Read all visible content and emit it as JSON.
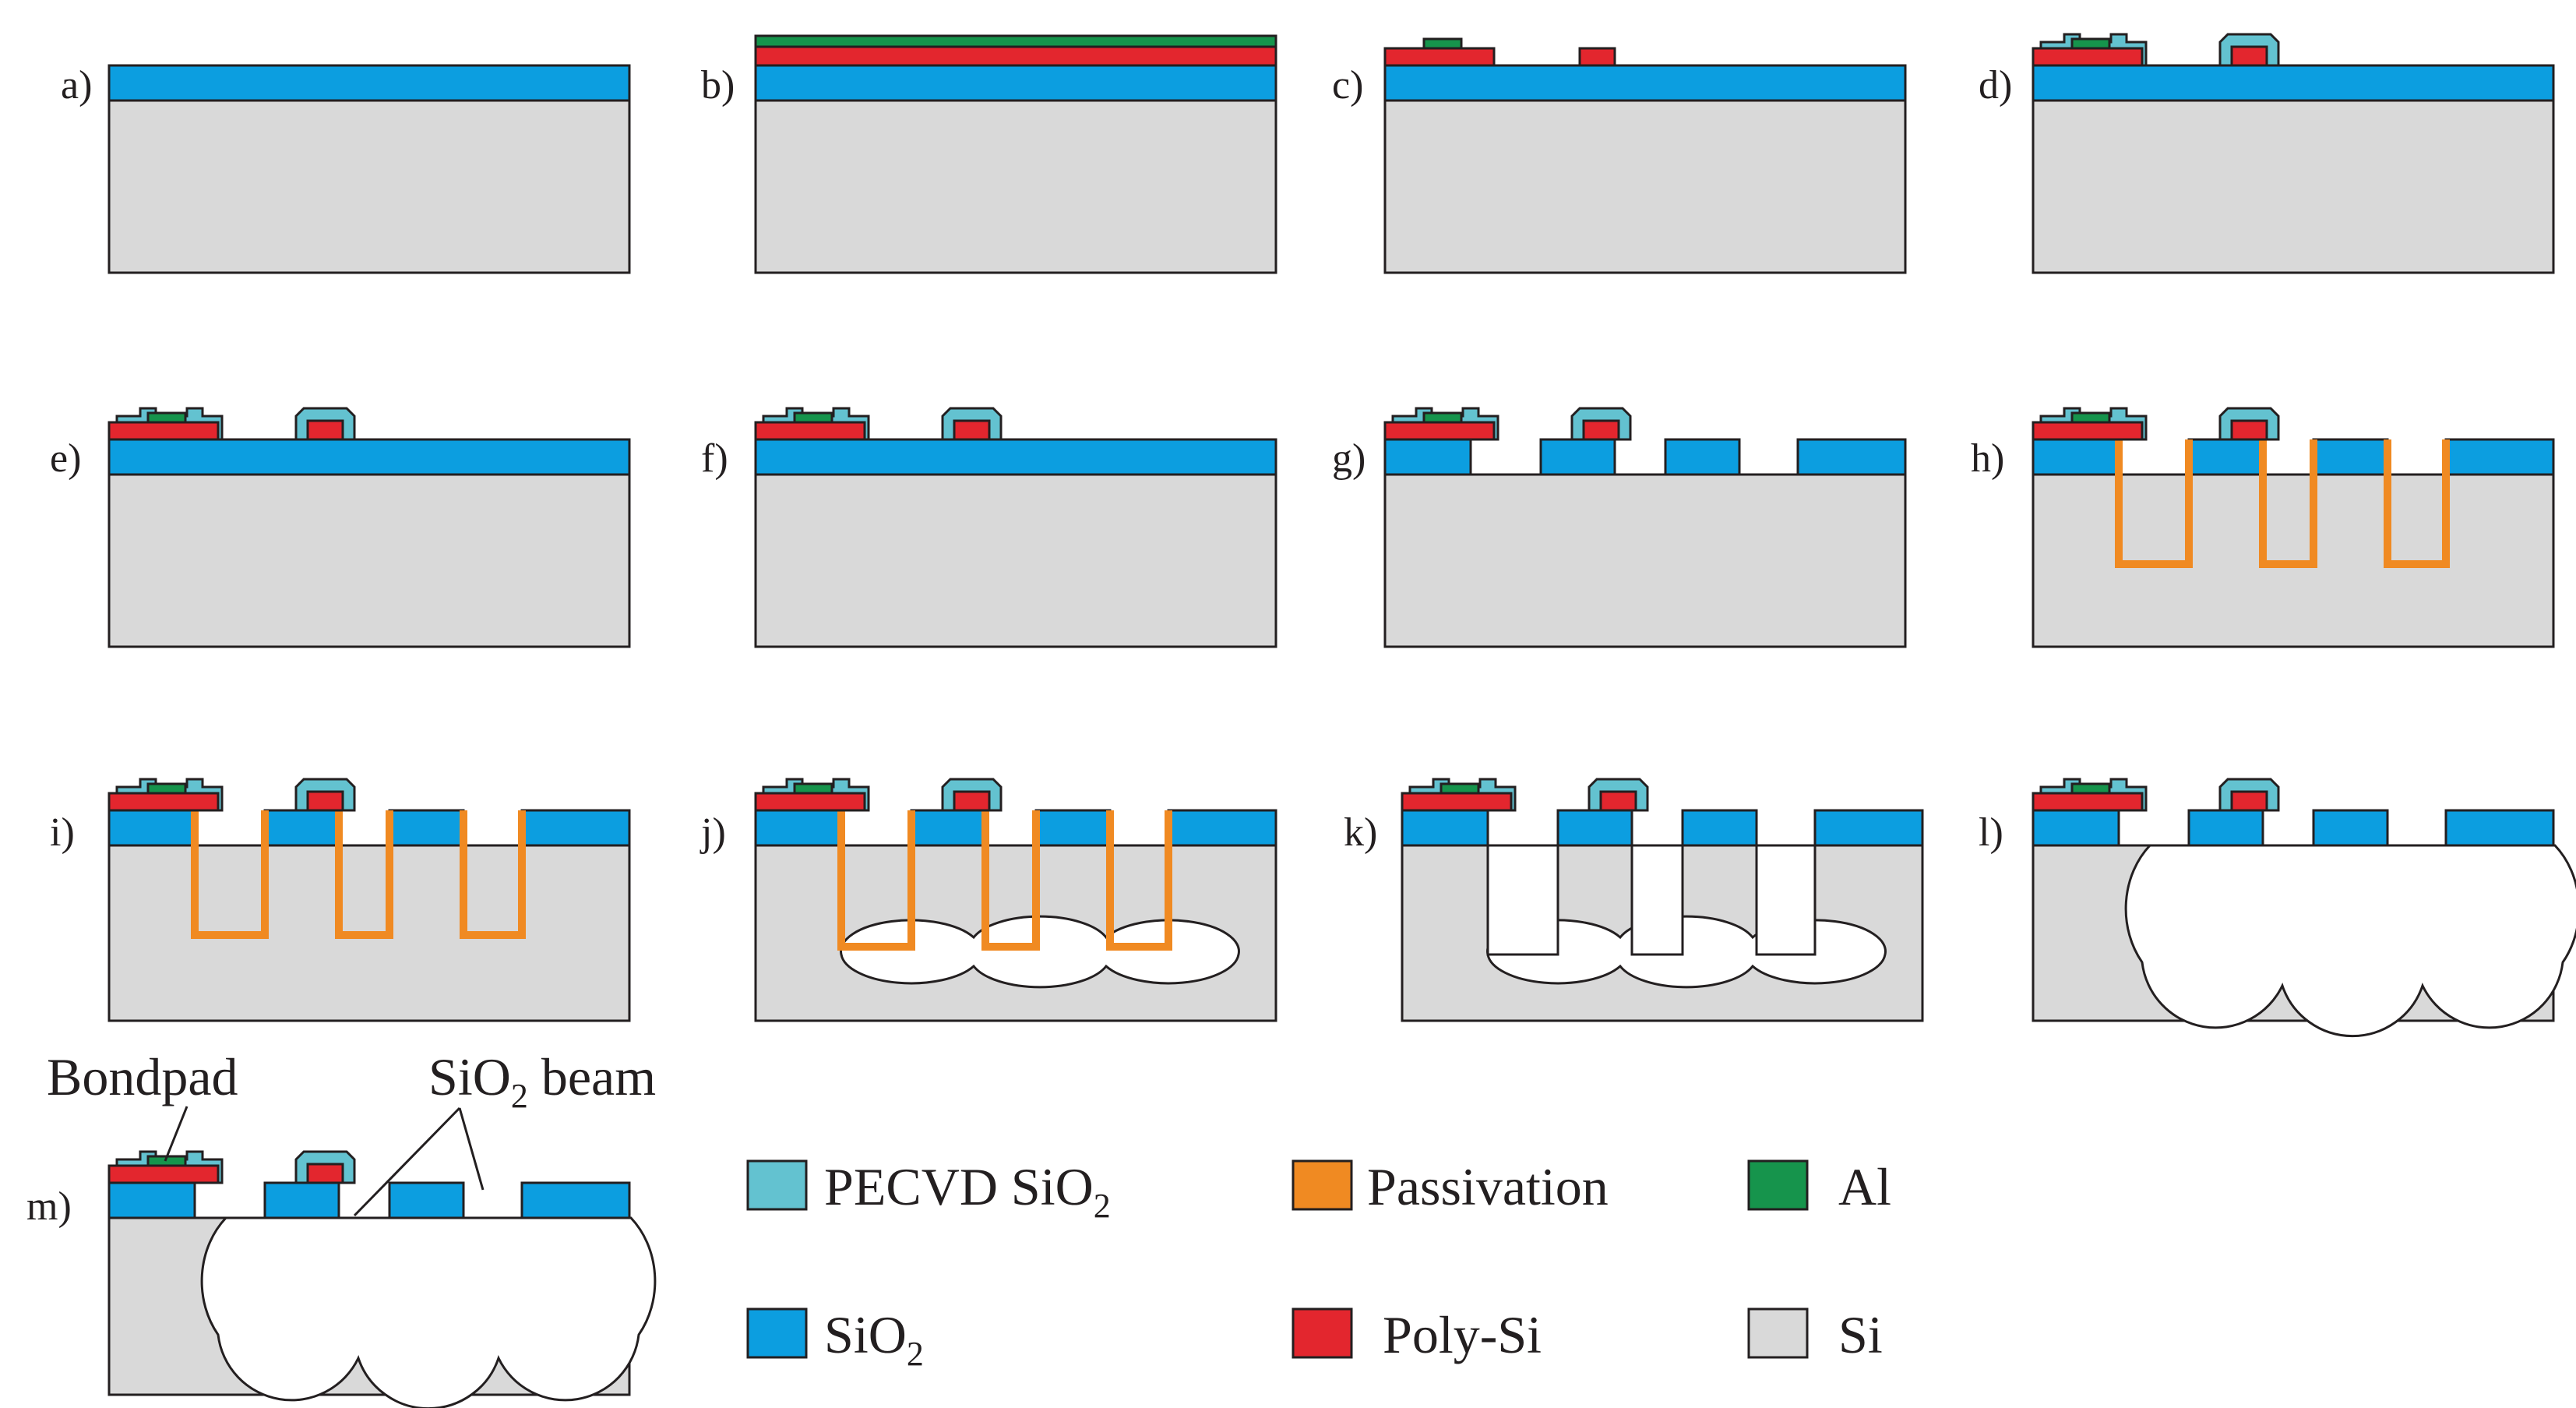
{
  "colors": {
    "si": "#d9d9d9",
    "sio2": "#0c9ee0",
    "pecvd_sio2": "#63c2d0",
    "poly_si": "#e3262e",
    "al": "#16944c",
    "passivation": "#f08a22",
    "outline": "#231f20",
    "cavity": "#ffffff"
  },
  "steps": [
    {
      "id": "a",
      "label": "a)"
    },
    {
      "id": "b",
      "label": "b)"
    },
    {
      "id": "c",
      "label": "c)"
    },
    {
      "id": "d",
      "label": "d)"
    },
    {
      "id": "e",
      "label": "e)"
    },
    {
      "id": "f",
      "label": "f)"
    },
    {
      "id": "g",
      "label": "g)"
    },
    {
      "id": "h",
      "label": "h)"
    },
    {
      "id": "i",
      "label": "i)"
    },
    {
      "id": "j",
      "label": "j)"
    },
    {
      "id": "k",
      "label": "k)"
    },
    {
      "id": "l",
      "label": "l)"
    },
    {
      "id": "m",
      "label": "m)"
    }
  ],
  "annotations": {
    "bondpad": "Bondpad",
    "beam_main": "SiO",
    "beam_sub": "2",
    "beam_tail": " beam"
  },
  "legend": {
    "pecvd_main": "PECVD SiO",
    "pecvd_sub": "2",
    "sio2_main": "SiO",
    "sio2_sub": "2",
    "passivation": "Passivation",
    "poly_si": "Poly-Si",
    "al": "Al",
    "si": "Si"
  }
}
